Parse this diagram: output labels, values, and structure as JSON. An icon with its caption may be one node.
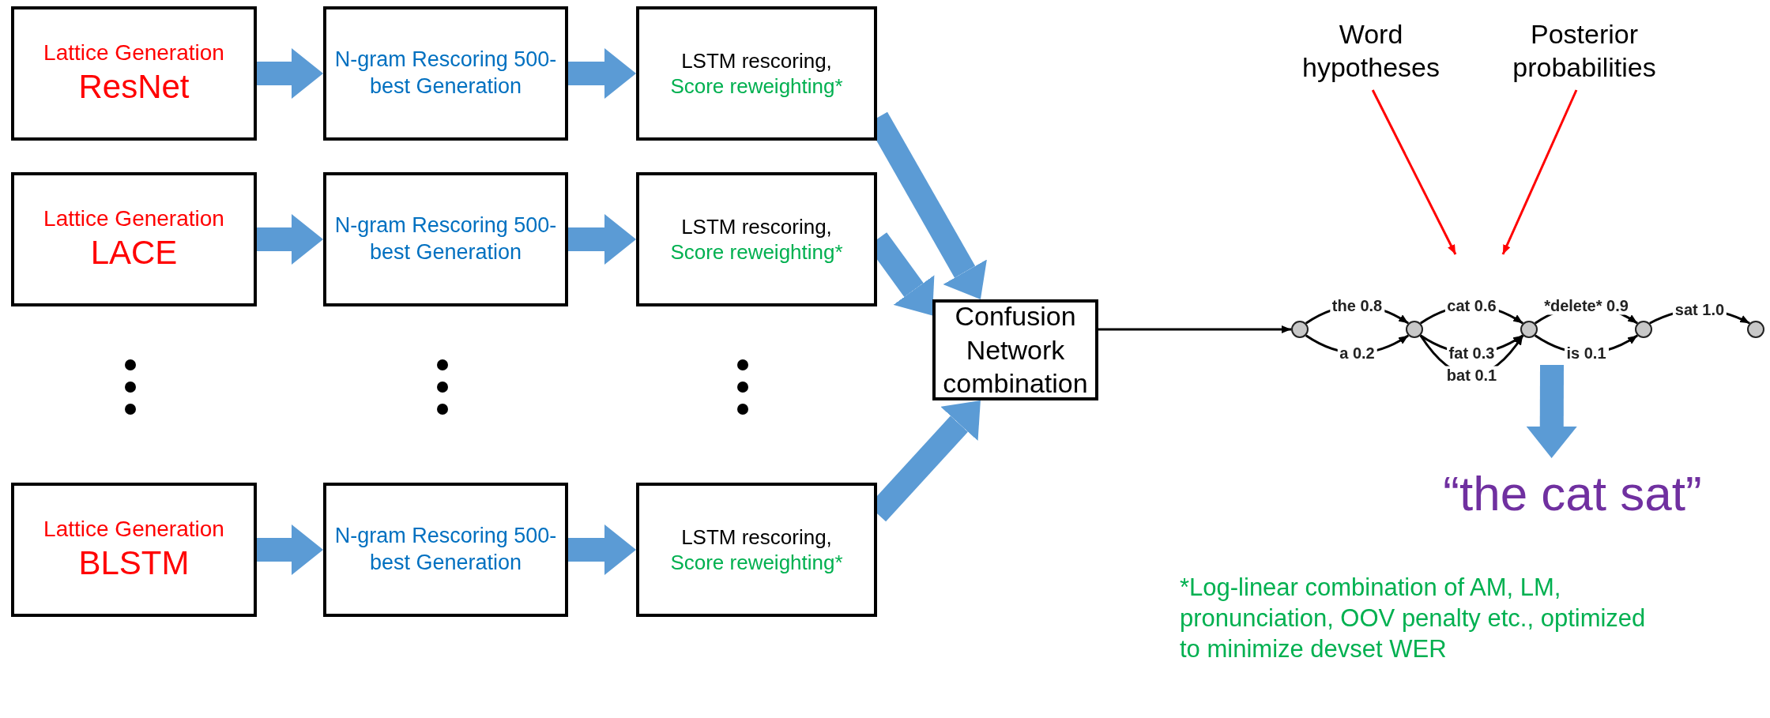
{
  "diagram": {
    "nodes": [
      {
        "text": [
          "Lattice Generation",
          "ResNet"
        ]
      },
      {
        "text": [
          "N-gram Rescoring 500-best Generation"
        ]
      },
      {
        "text": [
          "LSTM rescoring,",
          "Score reweighting*"
        ]
      },
      {
        "text": [
          "Lattice Generation",
          "LACE"
        ]
      },
      {
        "text": [
          "N-gram Rescoring 500-best Generation"
        ]
      },
      {
        "text": [
          "LSTM rescoring,",
          "Score reweighting*"
        ]
      },
      {
        "text": [
          "Lattice Generation",
          "BLSTM"
        ]
      },
      {
        "text": [
          "N-gram Rescoring 500-best Generation"
        ]
      },
      {
        "text": [
          "LSTM rescoring,",
          "Score reweighting*"
        ]
      },
      {
        "text": [
          "Confusion Network combination"
        ]
      },
      {
        "text": [],
        "shape": "circle"
      },
      {
        "text": [],
        "shape": "circle"
      },
      {
        "text": [],
        "shape": "circle"
      },
      {
        "text": [],
        "shape": "circle"
      },
      {
        "text": [],
        "shape": "circle"
      },
      {
        "text": [
          "Word hypotheses"
        ]
      },
      {
        "text": [
          "Posterior probabilities"
        ]
      },
      {
        "text": [
          "“the cat sat”"
        ]
      }
    ],
    "edges": [
      {
        "from": 0,
        "to": 1,
        "arrow": "to",
        "style": "thick",
        "color": "#5b9bd5"
      },
      {
        "from": 1,
        "to": 2,
        "arrow": "to",
        "style": "thick",
        "color": "#5b9bd5"
      },
      {
        "from": 3,
        "to": 4,
        "arrow": "to",
        "style": "thick",
        "color": "#5b9bd5"
      },
      {
        "from": 4,
        "to": 5,
        "arrow": "to",
        "style": "thick",
        "color": "#5b9bd5"
      },
      {
        "from": 6,
        "to": 7,
        "arrow": "to",
        "style": "thick",
        "color": "#5b9bd5"
      },
      {
        "from": 7,
        "to": 8,
        "arrow": "to",
        "style": "thick",
        "color": "#5b9bd5"
      },
      {
        "from": 2,
        "to": 9,
        "arrow": "to",
        "style": "thick",
        "color": "#5b9bd5"
      },
      {
        "from": 5,
        "to": 9,
        "arrow": "to",
        "style": "thick",
        "color": "#5b9bd5"
      },
      {
        "from": 8,
        "to": 9,
        "arrow": "to",
        "style": "thick",
        "color": "#5b9bd5"
      },
      {
        "from": 9,
        "to": 10,
        "arrow": "to",
        "color": "#000000"
      },
      {
        "from": 10,
        "to": 11,
        "arrow": "to",
        "label": "the 0.8",
        "color": "#000000"
      },
      {
        "from": 10,
        "to": 11,
        "arrow": "to",
        "label": "a 0.2",
        "color": "#000000"
      },
      {
        "from": 11,
        "to": 12,
        "arrow": "to",
        "label": "cat 0.6",
        "color": "#000000"
      },
      {
        "from": 11,
        "to": 12,
        "arrow": "to",
        "label": "fat 0.3",
        "color": "#000000"
      },
      {
        "from": 11,
        "to": 12,
        "arrow": "to",
        "label": "bat 0.1",
        "color": "#000000"
      },
      {
        "from": 12,
        "to": 13,
        "arrow": "to",
        "label": "*delete* 0.9",
        "color": "#000000"
      },
      {
        "from": 12,
        "to": 13,
        "arrow": "to",
        "label": "is 0.1",
        "color": "#000000"
      },
      {
        "from": 13,
        "to": 14,
        "arrow": "to",
        "label": "sat 1.0",
        "color": "#000000"
      },
      {
        "from": 15,
        "to": null,
        "arrow": "to",
        "color": "#ff0000"
      },
      {
        "from": 16,
        "to": null,
        "arrow": "to",
        "color": "#ff0000"
      },
      {
        "from": null,
        "to": 17,
        "arrow": "to",
        "style": "thick",
        "color": "#5b9bd5"
      }
    ],
    "labels": [
      "*Log-linear combination of AM, LM, pronunciation, OOV penalty etc., optimized to minimize devset WER"
    ]
  }
}
